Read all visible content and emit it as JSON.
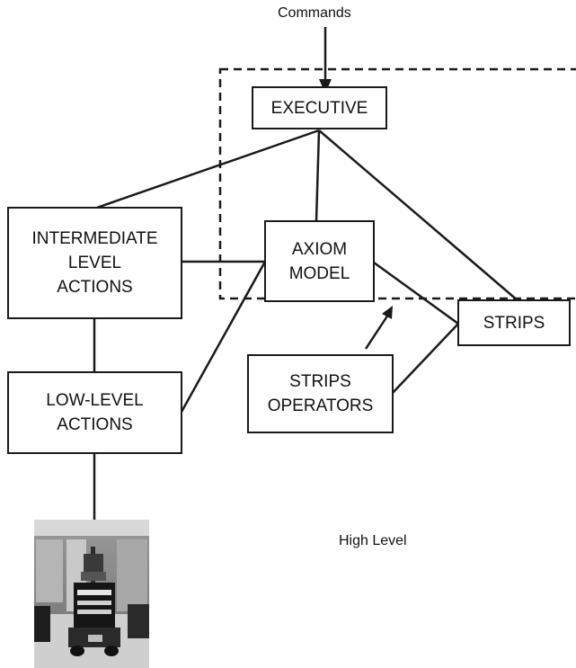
{
  "labels": {
    "commands": "Commands",
    "high_level": "High Level"
  },
  "nodes": {
    "executive": "EXECUTIVE",
    "intermediate": "INTERMEDIATE\nLEVEL\nACTIONS",
    "axiom": "AXIOM\nMODEL",
    "strips": "STRIPS",
    "strips_operators": "STRIPS\nOPERATORS",
    "low_level": "LOW-LEVEL\nACTIONS"
  },
  "photo": {
    "subject": "robot-photo",
    "description": "grayscale photo of a wheeled robot in a lab"
  },
  "colors": {
    "line": "#1a1a1a",
    "background": "#ffffff"
  }
}
